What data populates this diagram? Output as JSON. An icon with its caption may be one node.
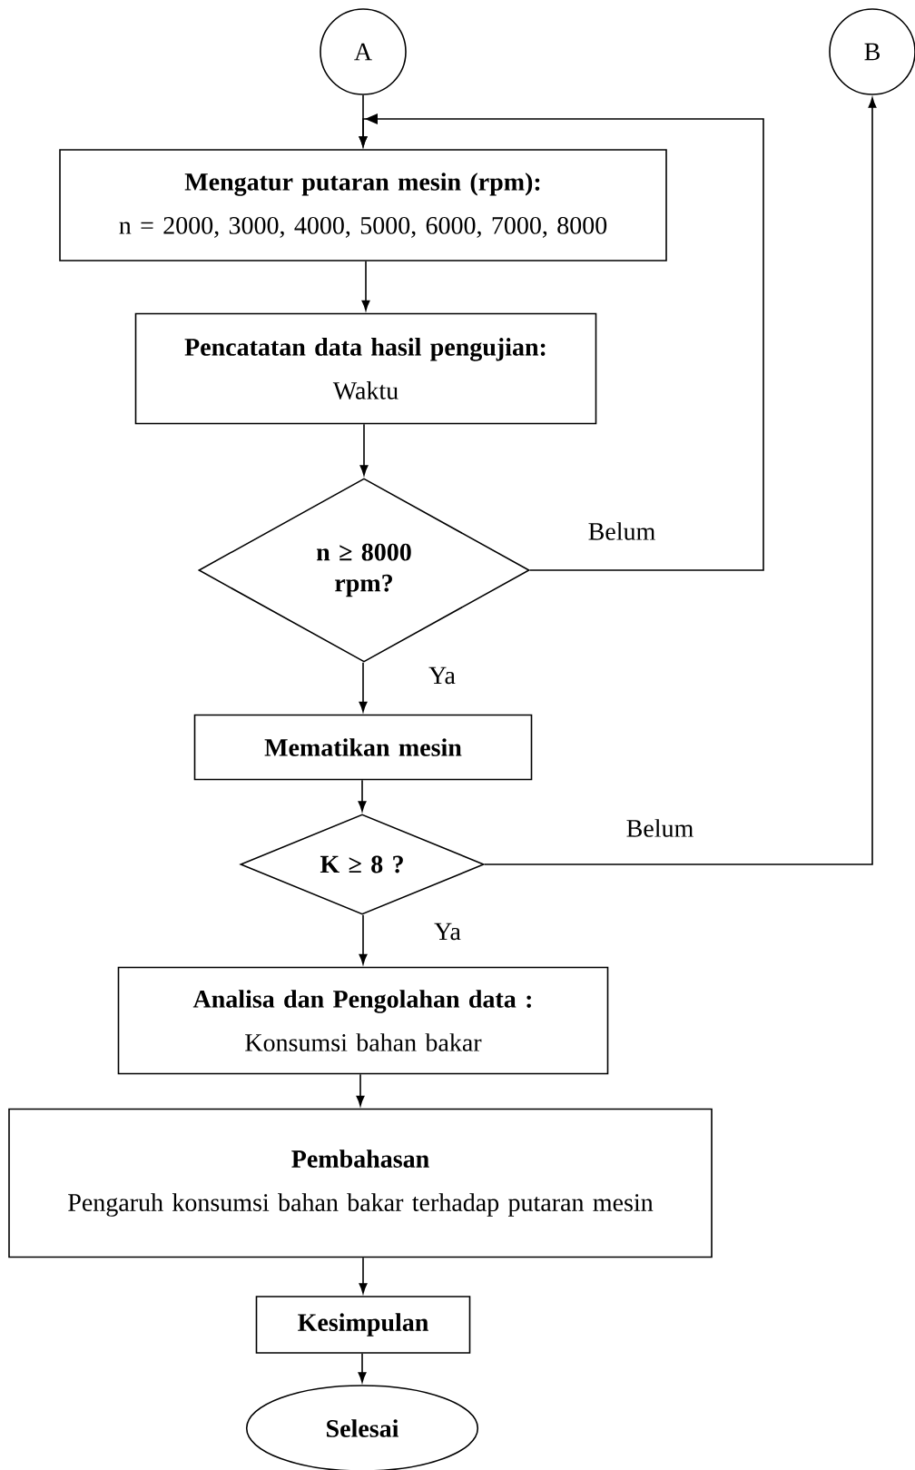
{
  "diagram": {
    "nodes": [
      {
        "text": [
          "A"
        ]
      },
      {
        "text": [
          "B"
        ]
      },
      {
        "text": [
          "Mengatur putaran mesin (rpm):",
          "n = 2000, 3000, 4000, 5000, 6000, 7000, 8000"
        ]
      },
      {
        "text": [
          "Pencatatan data hasil pengujian:",
          "Waktu"
        ]
      },
      {
        "text": [
          "n ≥ 8000 rpm?"
        ]
      },
      {
        "text": [
          "Mematikan mesin"
        ]
      },
      {
        "text": [
          "K ≥ 8 ?"
        ]
      },
      {
        "text": [
          "Analisa dan Pengolahan data :",
          "Konsumsi bahan bakar"
        ]
      },
      {
        "text": [
          "Pembahasan",
          "Pengaruh konsumsi bahan bakar terhadap putaran mesin"
        ]
      },
      {
        "text": [
          "Kesimpulan"
        ]
      },
      {
        "text": [
          "Selesai"
        ]
      }
    ],
    "edges": [
      {
        "from": 0,
        "to": 2,
        "arrow": "to"
      },
      {
        "from": 2,
        "to": 3,
        "arrow": "to"
      },
      {
        "from": 3,
        "to": 4,
        "arrow": "to"
      },
      {
        "from": 4,
        "to": 5,
        "arrow": "to",
        "label": "Ya"
      },
      {
        "from": 4,
        "to": 2,
        "arrow": "to",
        "label": "Belum"
      },
      {
        "from": 5,
        "to": 6,
        "arrow": "to"
      },
      {
        "from": 6,
        "to": 7,
        "arrow": "to",
        "label": "Ya"
      },
      {
        "from": 6,
        "to": 1,
        "arrow": "to",
        "label": "Belum"
      },
      {
        "from": 7,
        "to": 8,
        "arrow": "to"
      },
      {
        "from": 8,
        "to": 9,
        "arrow": "to"
      },
      {
        "from": 9,
        "to": 10,
        "arrow": "to"
      }
    ]
  }
}
